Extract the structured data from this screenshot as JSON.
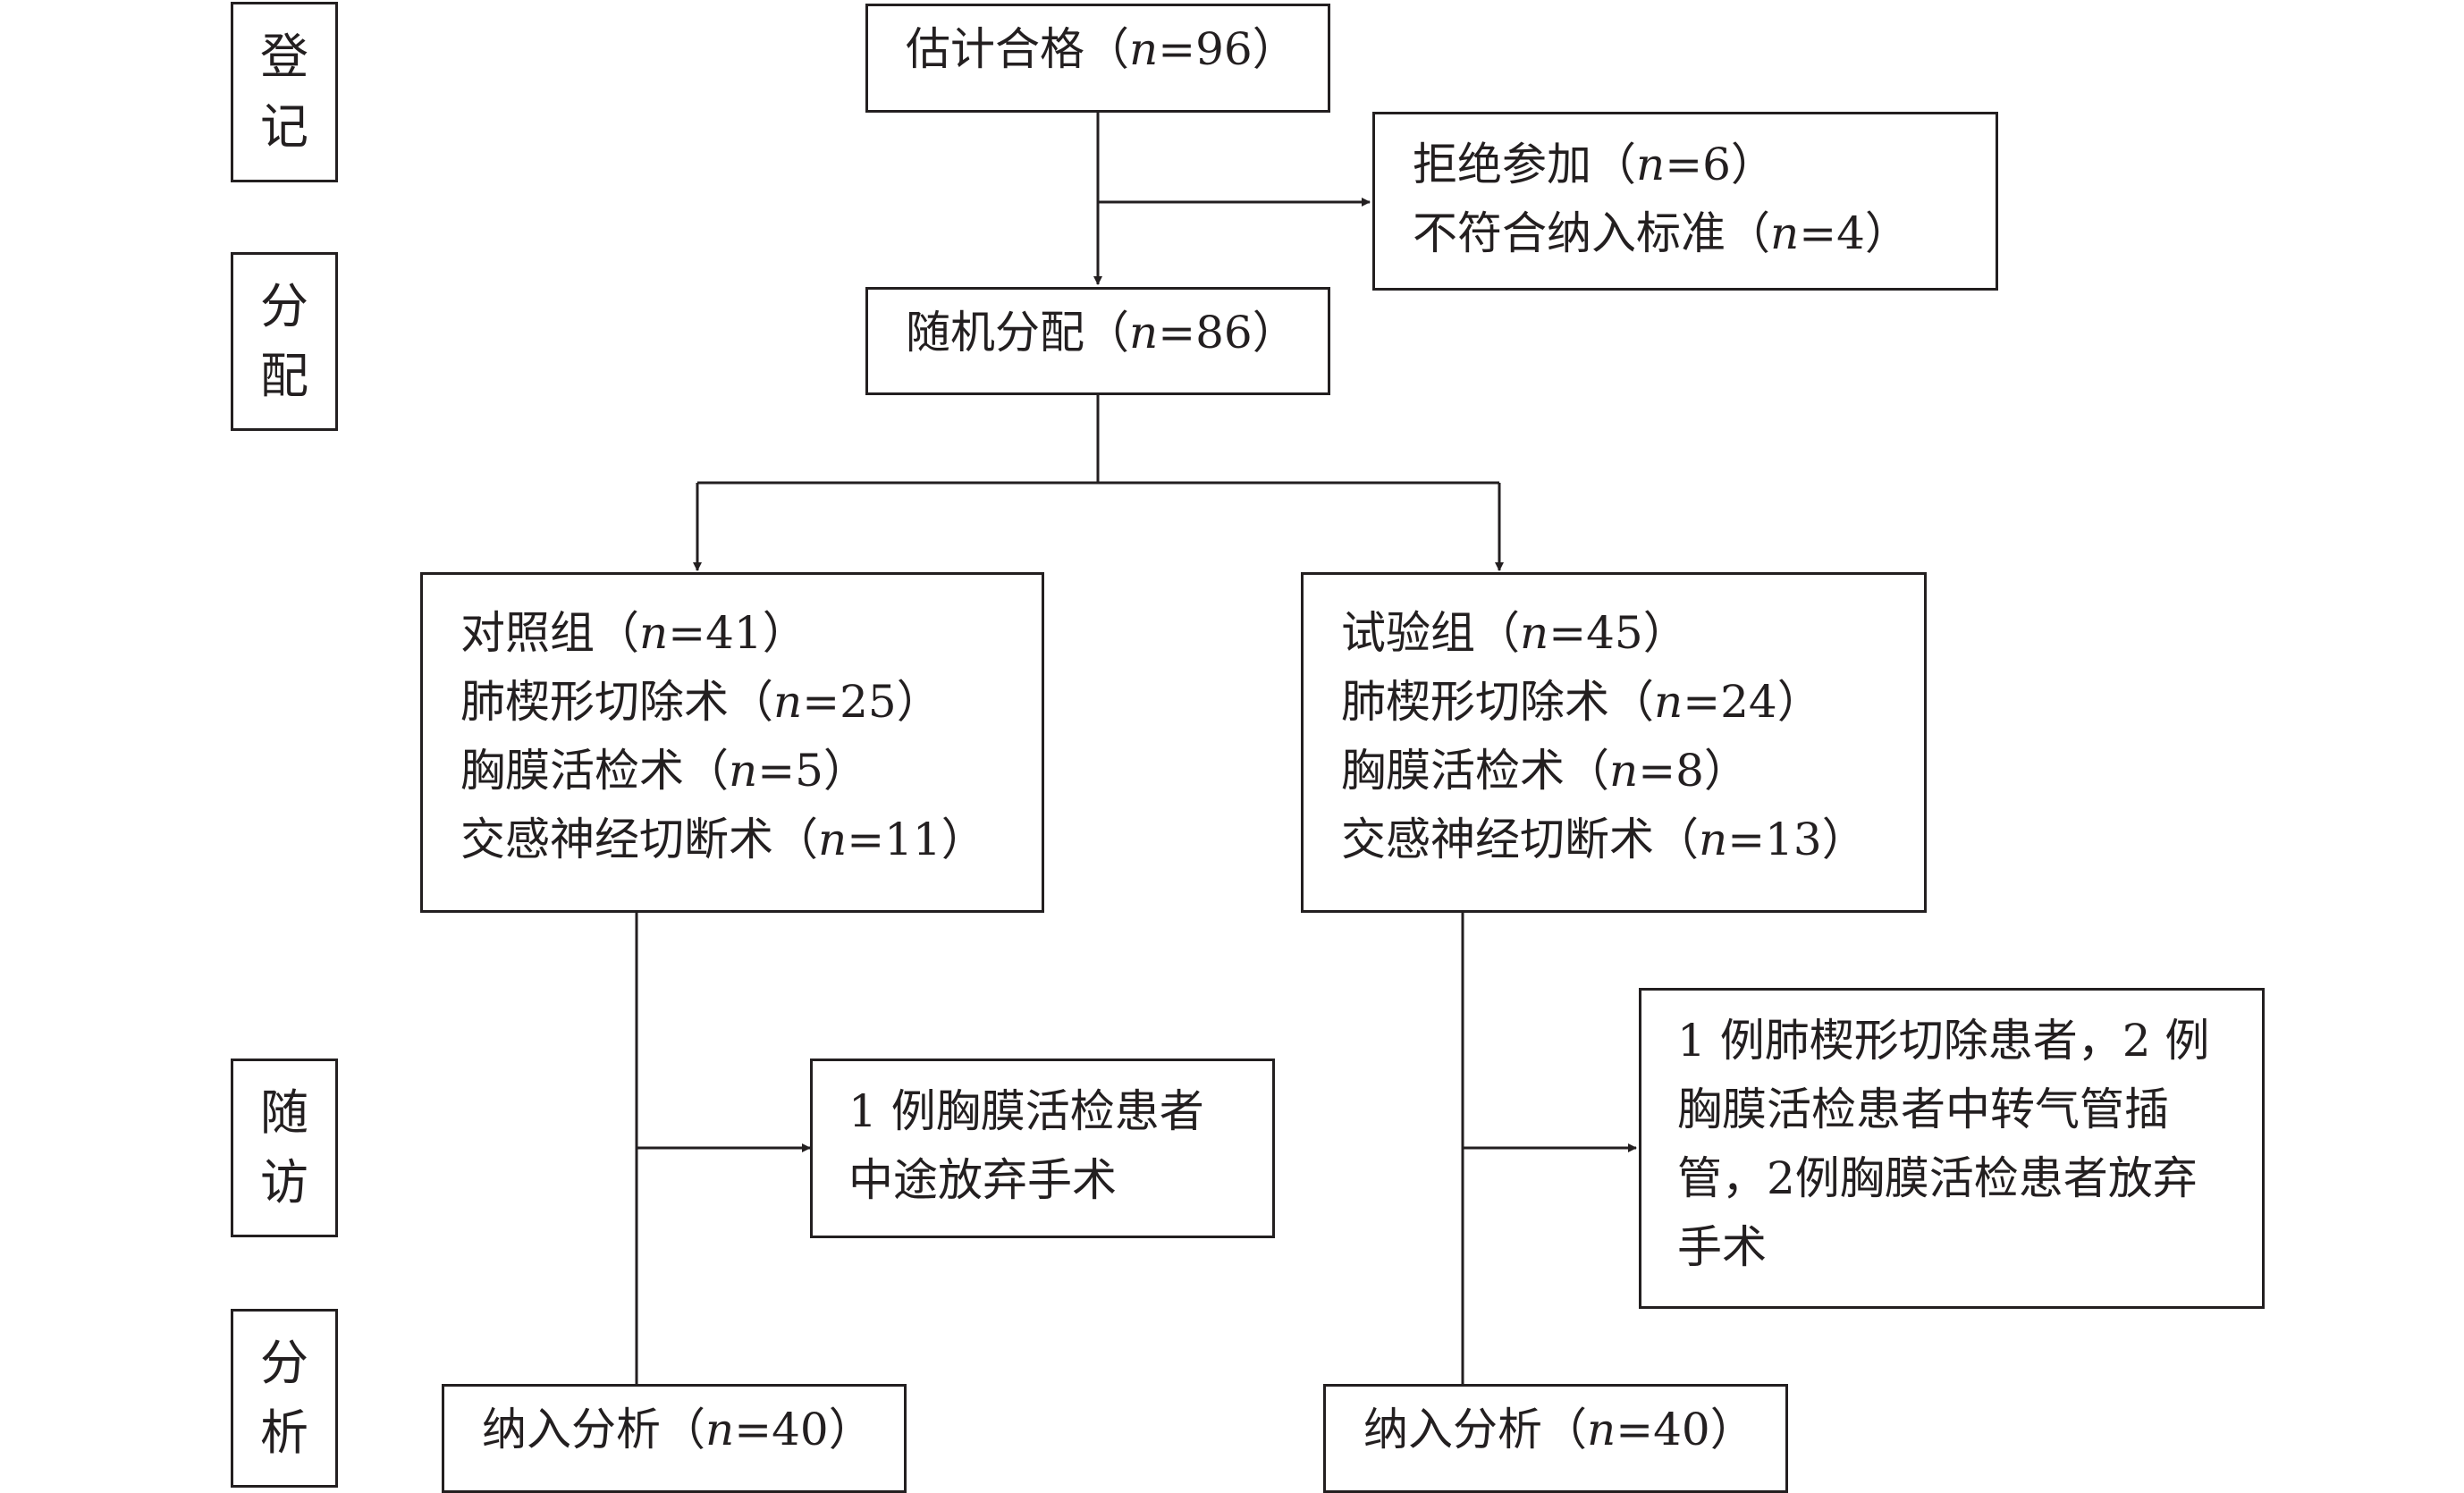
{
  "stages": {
    "enrollment": [
      "登",
      "记"
    ],
    "allocation": [
      "分",
      "配"
    ],
    "follow_up": [
      "随",
      "访"
    ],
    "analysis": [
      "分",
      "析"
    ]
  },
  "assessed": {
    "text": "估计合格（",
    "n_label": "n",
    "value": "=96",
    "close": "）"
  },
  "excluded": {
    "lines": [
      {
        "text": "拒绝参加（",
        "n_label": "n",
        "value": "=6",
        "close": "）"
      },
      {
        "text": "不符合纳入标准（",
        "n_label": "n",
        "value": "=4",
        "close": "）"
      }
    ]
  },
  "randomized": {
    "text": "随机分配（",
    "n_label": "n",
    "value": "=86",
    "close": "）"
  },
  "control_group": {
    "lines": [
      {
        "text": "对照组（",
        "n_label": "n",
        "value": "=41",
        "close": "）"
      },
      {
        "text": "肺楔形切除术（",
        "n_label": "n",
        "value": "=25",
        "close": "）"
      },
      {
        "text": "胸膜活检术（",
        "n_label": "n",
        "value": "=5",
        "close": "）"
      },
      {
        "text": "交感神经切断术（",
        "n_label": "n",
        "value": "=11",
        "close": "）"
      }
    ]
  },
  "trial_group": {
    "lines": [
      {
        "text": "试验组（",
        "n_label": "n",
        "value": "=45",
        "close": "）"
      },
      {
        "text": "肺楔形切除术（",
        "n_label": "n",
        "value": "=24",
        "close": "）"
      },
      {
        "text": "胸膜活检术（",
        "n_label": "n",
        "value": "=8",
        "close": "）"
      },
      {
        "text": "交感神经切断术（",
        "n_label": "n",
        "value": "=13",
        "close": "）"
      }
    ]
  },
  "control_followup": {
    "text": "1 例胸膜活检患者中途放弃手术"
  },
  "trial_followup": {
    "text": "1 例肺楔形切除患者，2 例胸膜活检患者中转气管插管，2例胸膜活检患者放弃手术"
  },
  "control_analysis": {
    "text": "纳入分析（",
    "n_label": "n",
    "value": "=40",
    "close": "）"
  },
  "trial_analysis": {
    "text": "纳入分析（",
    "n_label": "n",
    "value": "=40",
    "close": "）"
  }
}
